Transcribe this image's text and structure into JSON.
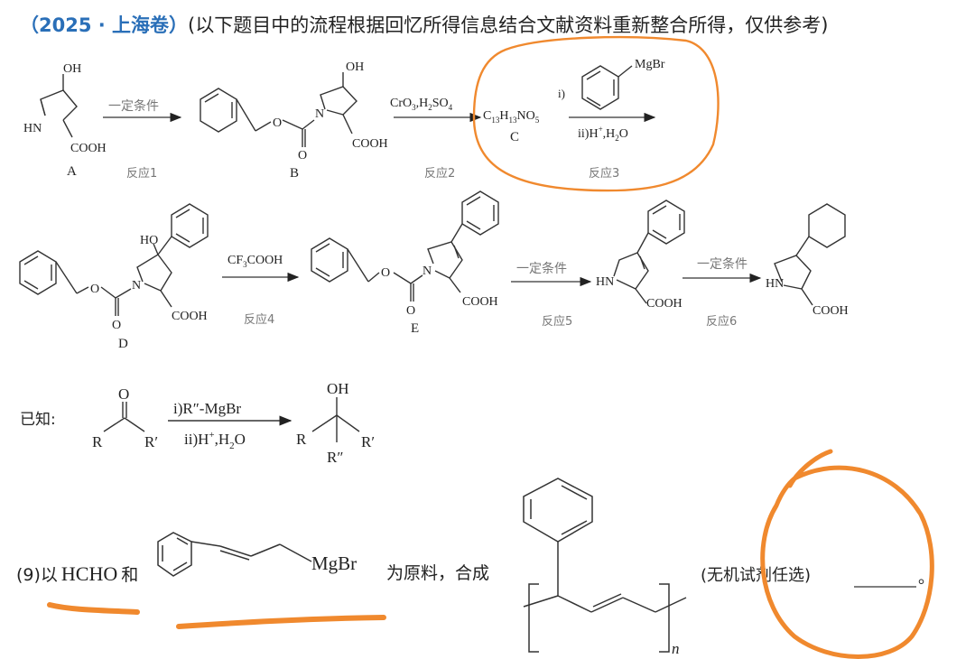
{
  "header": {
    "source": "（2025 · 上海卷）",
    "note": "(以下题目中的流程根据回忆所得信息结合文献资料重新整合所得，仅供参考)"
  },
  "colors": {
    "source_blue": "#2a6fb8",
    "annotation_orange": "#f0892e",
    "text": "#222222",
    "reaction_label_gray": "#777777"
  },
  "scheme_row1": {
    "compound_A": {
      "label": "A",
      "groups": {
        "oh": "OH",
        "nh": "HN",
        "cooh": "COOH"
      }
    },
    "reaction1": {
      "condition": "一定条件",
      "label": "反应1"
    },
    "compound_B": {
      "label": "B",
      "groups": {
        "oh": "OH",
        "o": "O",
        "n": "N",
        "carbonyl_o": "O",
        "cooh": "COOH"
      }
    },
    "reaction2": {
      "reagents": [
        "CrO",
        "3",
        ",H",
        "2",
        "SO",
        "4"
      ],
      "label": "反应2"
    },
    "compound_C": {
      "label": "C",
      "formula": [
        "C",
        "13",
        "H",
        "13",
        "NO",
        "5"
      ]
    },
    "reaction3": {
      "step1": "i)",
      "reagent_group": "MgBr",
      "step2": "ii)H",
      "step2_sup": "+",
      "step2_rest": ",H",
      "step2_sub": "2",
      "step2_end": "O",
      "label": "反应3"
    }
  },
  "scheme_row2": {
    "compound_D": {
      "label": "D",
      "groups": {
        "ho": "HO",
        "o": "O",
        "n": "N",
        "carbonyl_o": "O",
        "cooh": "COOH"
      }
    },
    "reaction4": {
      "reagent": "CF",
      "reagent_sub": "3",
      "reagent_rest": "COOH",
      "label": "反应4"
    },
    "compound_E": {
      "label": "E",
      "groups": {
        "o": "O",
        "n": "N",
        "carbonyl_o": "O",
        "cooh": "COOH"
      }
    },
    "reaction5": {
      "condition": "一定条件",
      "label": "反应5"
    },
    "compound_F": {
      "groups": {
        "hn": "HN",
        "cooh": "COOH"
      }
    },
    "reaction6": {
      "condition": "一定条件",
      "label": "反应6"
    },
    "compound_G": {
      "groups": {
        "hn": "HN",
        "cooh": "COOH"
      }
    }
  },
  "known_reaction": {
    "prefix": "已知:",
    "reactant": {
      "o": "O",
      "r": "R",
      "r1": "R′"
    },
    "step1": "i)R″-MgBr",
    "step2": "ii)H",
    "step2_sup": "+",
    "step2_rest": ",H",
    "step2_sub": "2",
    "step2_end": "O",
    "product": {
      "oh": "OH",
      "r": "R",
      "r1": "R′",
      "r2": "R″"
    }
  },
  "question": {
    "number": "(9)以",
    "reagent1": "HCHO",
    "and": "和",
    "reagent2_group": "MgBr",
    "middle": "为原料，合成",
    "polymer_subscript": "n",
    "suffix": "(无机试剂任选)",
    "blank_end": "。"
  }
}
